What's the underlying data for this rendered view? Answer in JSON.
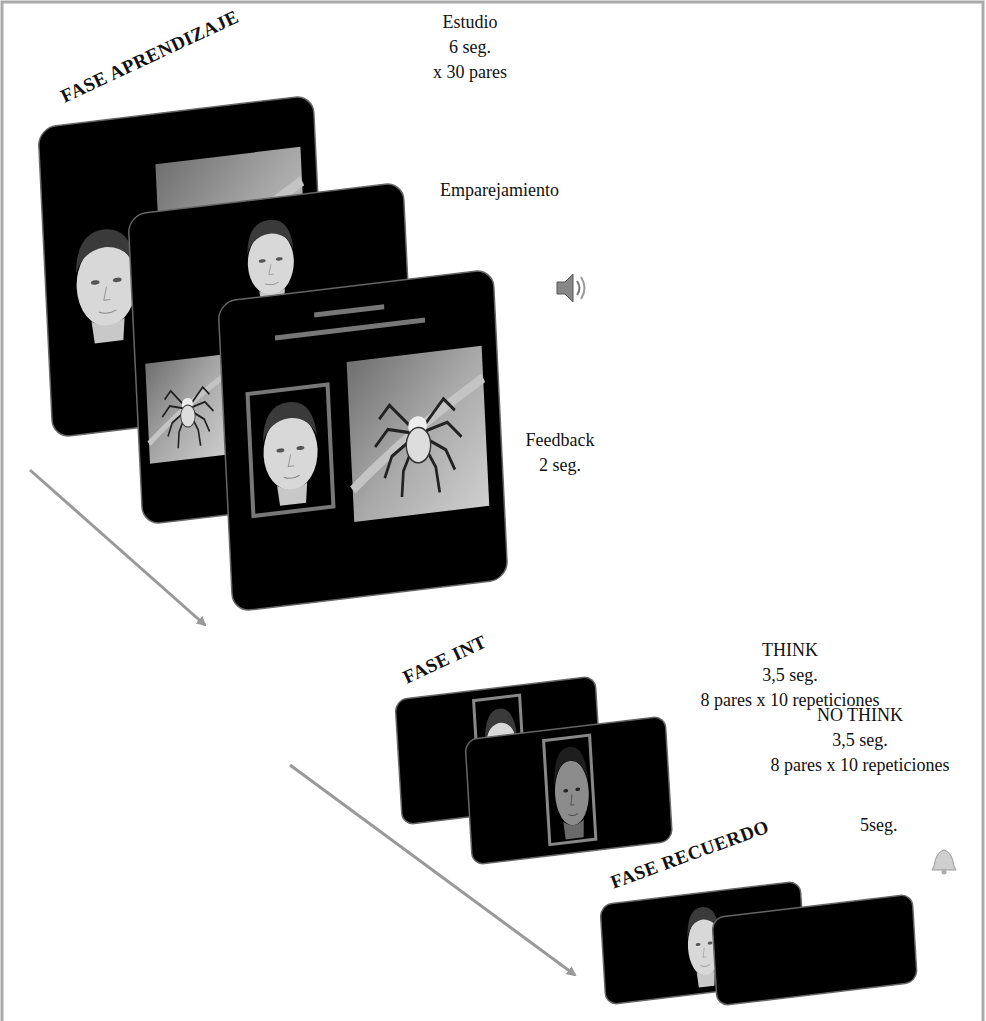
{
  "diagram": {
    "labels": [
      "FASE APRENDIZAJE",
      "Estudio",
      "6 seg.",
      "x 30 pares",
      "Emparejamiento",
      "Feedback",
      "2 seg.",
      "FASE INT",
      "THINK",
      "3,5 seg.",
      "8 pares x 10 repeticiones",
      "NO THINK",
      "3,5 seg.",
      "8 pares x 10 repeticiones",
      "FASE RECUERDO",
      "5seg."
    ]
  }
}
